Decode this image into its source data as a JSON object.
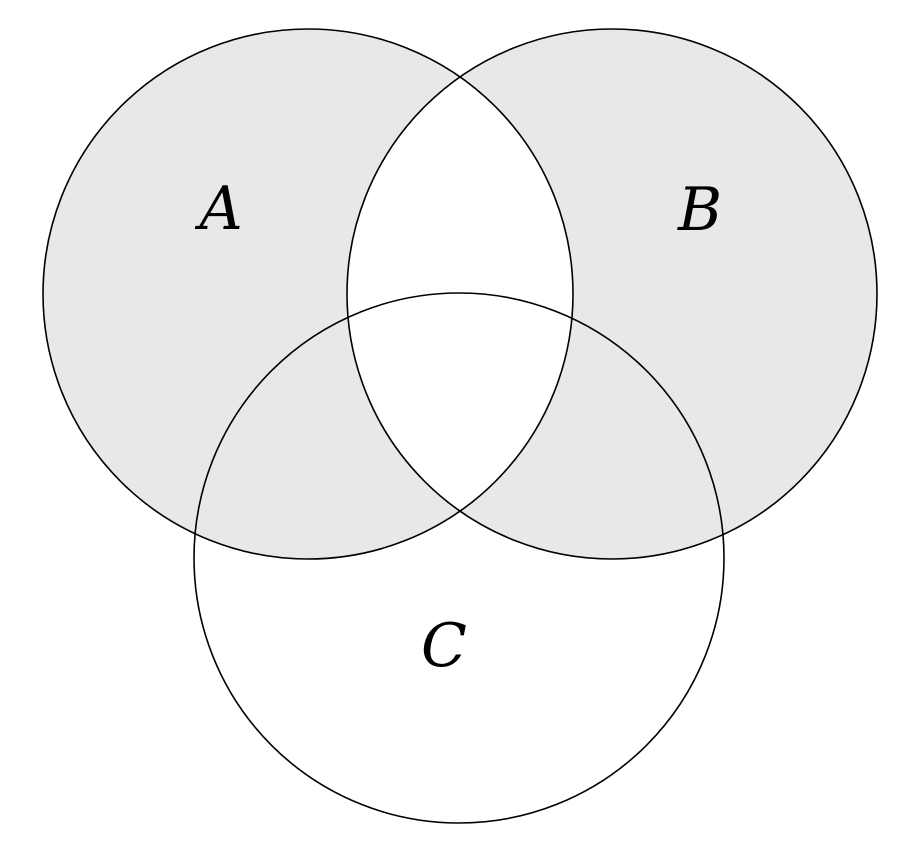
{
  "diagram": {
    "type": "venn-3-set",
    "title": "Venn diagram of sets A, B, C",
    "background_color": "#ffffff",
    "shade_color": "#e8e8e8",
    "stroke_color": "#000000",
    "labels": {
      "a": "A",
      "b": "B",
      "c": "C"
    },
    "regions": {
      "a_only": "shaded",
      "b_only": "shaded",
      "a_and_b_only": "white",
      "a_and_c_only": "shaded",
      "b_and_c_only": "shaded",
      "a_and_b_and_c": "white",
      "c_only": "white",
      "shaded_set_expression": "(A ∪ B) \\ (A ∩ B)"
    }
  }
}
